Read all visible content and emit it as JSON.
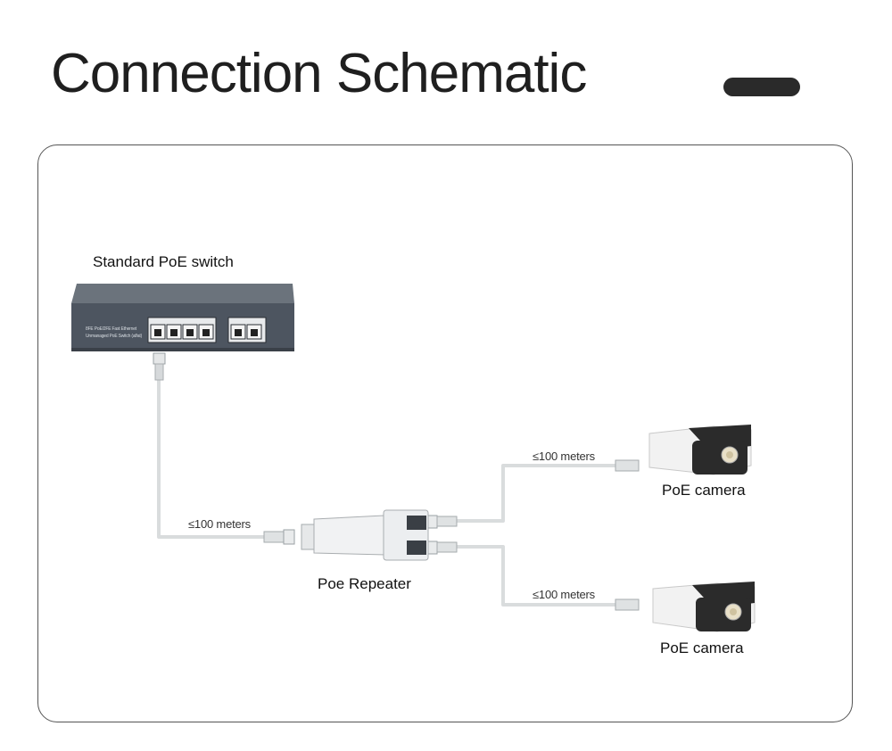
{
  "page": {
    "title": "Connection Schematic"
  },
  "diagram": {
    "switch_label": "Standard PoE switch",
    "switch_panel_text_1": "8FE PoE/2FE Fast Ethernet",
    "switch_panel_text_2": "Unmanaged PoE Switch (af/at)",
    "repeater_label": "Poe Repeater",
    "camera_top_label": "PoE camera",
    "camera_bottom_label": "PoE camera",
    "distance_switch_to_repeater": "≤100 meters",
    "distance_repeater_to_camera_top": "≤100 meters",
    "distance_repeater_to_camera_bottom": "≤100 meters"
  },
  "colors": {
    "cable": "#d9dcdd",
    "switch_body": "#4d5560",
    "camera_body": "#f2f2f2",
    "camera_hood": "#2b2b2b"
  }
}
